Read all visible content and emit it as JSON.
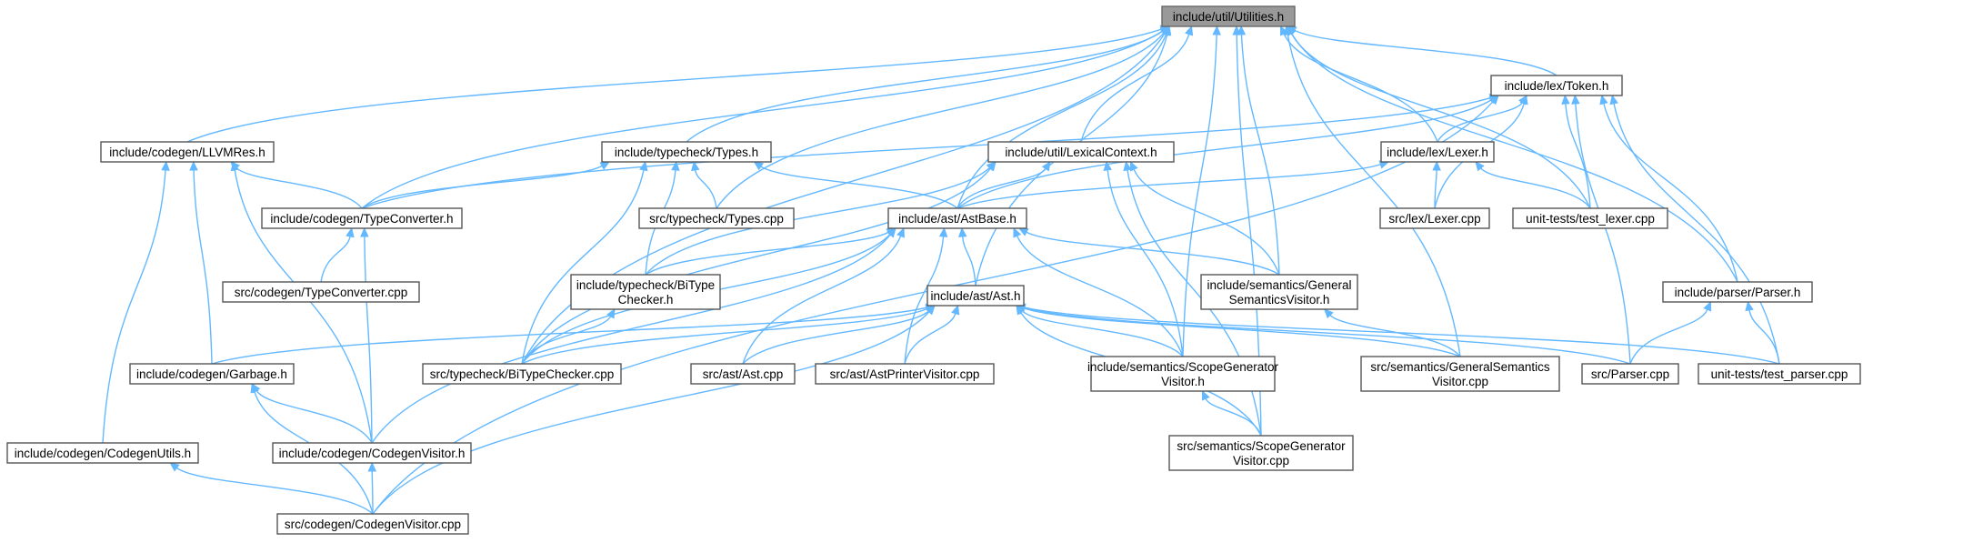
{
  "diagram": {
    "title": "",
    "colors": {
      "node_border": "#555555",
      "node_fill": "#ffffff",
      "root_fill": "#999999",
      "edge": "#63b8ff",
      "text": "#000000"
    },
    "nodes": [
      {
        "id": "utilities",
        "lines": [
          "include/util/Utilities.h"
        ],
        "root": true
      },
      {
        "id": "token",
        "lines": [
          "include/lex/Token.h"
        ]
      },
      {
        "id": "llvmres",
        "lines": [
          "include/codegen/LLVMRes.h"
        ]
      },
      {
        "id": "types_h",
        "lines": [
          "include/typecheck/Types.h"
        ]
      },
      {
        "id": "lexctx",
        "lines": [
          "include/util/LexicalContext.h"
        ]
      },
      {
        "id": "lexer_h",
        "lines": [
          "include/lex/Lexer.h"
        ]
      },
      {
        "id": "typeconv_h",
        "lines": [
          "include/codegen/TypeConverter.h"
        ]
      },
      {
        "id": "types_cpp",
        "lines": [
          "src/typecheck/Types.cpp"
        ]
      },
      {
        "id": "astbase",
        "lines": [
          "include/ast/AstBase.h"
        ]
      },
      {
        "id": "lexer_cpp",
        "lines": [
          "src/lex/Lexer.cpp"
        ]
      },
      {
        "id": "test_lexer",
        "lines": [
          "unit-tests/test_lexer.cpp"
        ]
      },
      {
        "id": "typeconv_cpp",
        "lines": [
          "src/codegen/TypeConverter.cpp"
        ]
      },
      {
        "id": "bitype_h",
        "lines": [
          "include/typecheck/BiType",
          "Checker.h"
        ]
      },
      {
        "id": "gensem_h",
        "lines": [
          "include/semantics/General",
          "SemanticsVisitor.h"
        ]
      },
      {
        "id": "parser_h",
        "lines": [
          "include/parser/Parser.h"
        ]
      },
      {
        "id": "ast_h",
        "lines": [
          "include/ast/Ast.h"
        ]
      },
      {
        "id": "garbage",
        "lines": [
          "include/codegen/Garbage.h"
        ]
      },
      {
        "id": "bitype_cpp",
        "lines": [
          "src/typecheck/BiTypeChecker.cpp"
        ]
      },
      {
        "id": "ast_cpp",
        "lines": [
          "src/ast/Ast.cpp"
        ]
      },
      {
        "id": "astprinter",
        "lines": [
          "src/ast/AstPrinterVisitor.cpp"
        ]
      },
      {
        "id": "scopegen_h",
        "lines": [
          "include/semantics/ScopeGenerator",
          "Visitor.h"
        ]
      },
      {
        "id": "gensem_cpp",
        "lines": [
          "src/semantics/GeneralSemantics",
          "Visitor.cpp"
        ]
      },
      {
        "id": "parser_cpp",
        "lines": [
          "src/Parser.cpp"
        ]
      },
      {
        "id": "test_parser",
        "lines": [
          "unit-tests/test_parser.cpp"
        ]
      },
      {
        "id": "codegenutils",
        "lines": [
          "include/codegen/CodegenUtils.h"
        ]
      },
      {
        "id": "codegenvisitor_h",
        "lines": [
          "include/codegen/CodegenVisitor.h"
        ]
      },
      {
        "id": "scopegen_cpp",
        "lines": [
          "src/semantics/ScopeGenerator",
          "Visitor.cpp"
        ]
      },
      {
        "id": "codegenvisitor_cpp",
        "lines": [
          "src/codegen/CodegenVisitor.cpp"
        ]
      }
    ],
    "edges": [
      [
        "token",
        "utilities"
      ],
      [
        "llvmres",
        "utilities"
      ],
      [
        "types_h",
        "utilities"
      ],
      [
        "lexctx",
        "utilities"
      ],
      [
        "lexer_h",
        "utilities"
      ],
      [
        "typeconv_h",
        "utilities"
      ],
      [
        "types_cpp",
        "utilities"
      ],
      [
        "astbase",
        "utilities"
      ],
      [
        "test_lexer",
        "utilities"
      ],
      [
        "gensem_h",
        "utilities"
      ],
      [
        "parser_h",
        "utilities"
      ],
      [
        "ast_h",
        "utilities"
      ],
      [
        "bitype_cpp",
        "utilities"
      ],
      [
        "scopegen_h",
        "utilities"
      ],
      [
        "gensem_cpp",
        "utilities"
      ],
      [
        "scopegen_cpp",
        "utilities"
      ],
      [
        "lexer_h",
        "token"
      ],
      [
        "typeconv_h",
        "token"
      ],
      [
        "astbase",
        "token"
      ],
      [
        "lexer_cpp",
        "token"
      ],
      [
        "test_lexer",
        "token"
      ],
      [
        "parser_h",
        "token"
      ],
      [
        "parser_cpp",
        "token"
      ],
      [
        "test_parser",
        "token"
      ],
      [
        "codegenvisitor_cpp",
        "token"
      ],
      [
        "typeconv_h",
        "llvmres"
      ],
      [
        "garbage",
        "llvmres"
      ],
      [
        "codegenutils",
        "llvmres"
      ],
      [
        "codegenvisitor_h",
        "llvmres"
      ],
      [
        "typeconv_h",
        "types_h"
      ],
      [
        "types_cpp",
        "types_h"
      ],
      [
        "astbase",
        "types_h"
      ],
      [
        "bitype_h",
        "types_h"
      ],
      [
        "bitype_cpp",
        "types_h"
      ],
      [
        "astbase",
        "lexctx"
      ],
      [
        "bitype_h",
        "lexctx"
      ],
      [
        "gensem_h",
        "lexctx"
      ],
      [
        "bitype_cpp",
        "lexctx"
      ],
      [
        "scopegen_h",
        "lexctx"
      ],
      [
        "scopegen_cpp",
        "lexctx"
      ],
      [
        "astbase",
        "lexer_h"
      ],
      [
        "lexer_cpp",
        "lexer_h"
      ],
      [
        "test_lexer",
        "lexer_h"
      ],
      [
        "typeconv_cpp",
        "typeconv_h"
      ],
      [
        "codegenvisitor_h",
        "typeconv_h"
      ],
      [
        "ast_h",
        "astbase"
      ],
      [
        "bitype_h",
        "astbase"
      ],
      [
        "gensem_h",
        "astbase"
      ],
      [
        "bitype_cpp",
        "astbase"
      ],
      [
        "ast_cpp",
        "astbase"
      ],
      [
        "astprinter",
        "astbase"
      ],
      [
        "scopegen_h",
        "astbase"
      ],
      [
        "codegenvisitor_h",
        "astbase"
      ],
      [
        "bitype_cpp",
        "bitype_h"
      ],
      [
        "gensem_cpp",
        "gensem_h"
      ],
      [
        "parser_cpp",
        "parser_h"
      ],
      [
        "test_parser",
        "parser_h"
      ],
      [
        "garbage",
        "ast_h"
      ],
      [
        "bitype_cpp",
        "ast_h"
      ],
      [
        "ast_cpp",
        "ast_h"
      ],
      [
        "astprinter",
        "ast_h"
      ],
      [
        "scopegen_h",
        "ast_h"
      ],
      [
        "gensem_cpp",
        "ast_h"
      ],
      [
        "parser_cpp",
        "ast_h"
      ],
      [
        "test_parser",
        "ast_h"
      ],
      [
        "scopegen_cpp",
        "ast_h"
      ],
      [
        "codegenvisitor_cpp",
        "ast_h"
      ],
      [
        "codegenvisitor_h",
        "garbage"
      ],
      [
        "codegenvisitor_cpp",
        "garbage"
      ],
      [
        "scopegen_cpp",
        "scopegen_h"
      ],
      [
        "codegenvisitor_cpp",
        "codegenutils"
      ],
      [
        "codegenvisitor_cpp",
        "codegenvisitor_h"
      ]
    ]
  }
}
